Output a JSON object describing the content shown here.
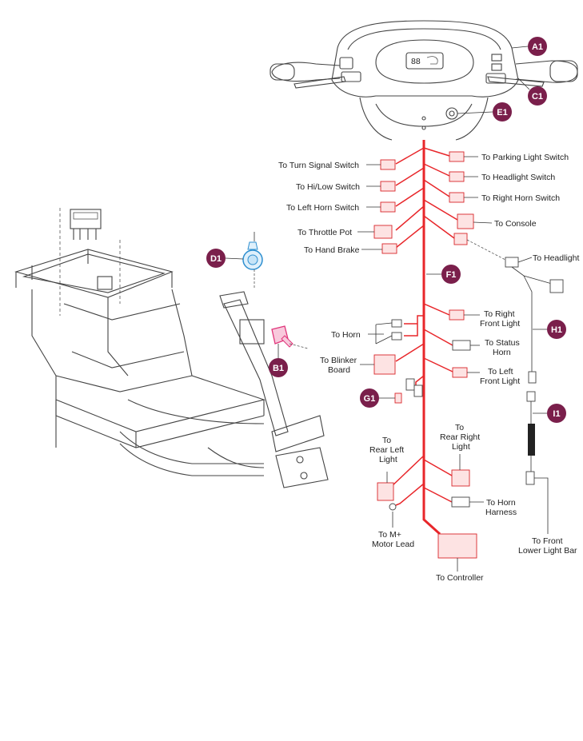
{
  "callouts": {
    "a1": "A1",
    "c1": "C1",
    "e1": "E1",
    "d1": "D1",
    "b1": "B1",
    "f1": "F1",
    "h1": "H1",
    "g1": "G1",
    "i1": "I1"
  },
  "labels": {
    "turn_signal_switch": "To Turn Signal Switch",
    "hi_low_switch": "To Hi/Low Switch",
    "left_horn_switch": "To Left Horn Switch",
    "throttle_pot": "To Throttle Pot",
    "hand_brake": "To Hand Brake",
    "parking_light_switch": "To Parking Light Switch",
    "headlight_switch": "To Headlight Switch",
    "right_horn_switch": "To Right Horn Switch",
    "console": "To Console",
    "headlight": "To Headlight",
    "to_horn": "To Horn",
    "right_front_light": [
      "To Right",
      "Front Light"
    ],
    "status_horn": [
      "To Status",
      "Horn"
    ],
    "blinker_board": [
      "To Blinker",
      "Board"
    ],
    "left_front_light": [
      "To Left",
      "Front Light"
    ],
    "rear_left_light": [
      "To",
      "Rear Left",
      "Light"
    ],
    "rear_right_light": [
      "To",
      "Rear Right",
      "Light"
    ],
    "horn_harness": [
      "To Horn",
      "Harness"
    ],
    "motor_lead": [
      "To M+",
      "Motor Lead"
    ],
    "controller": "To Controller",
    "front_lower_light_bar": [
      "To Front",
      "Lower Light Bar"
    ]
  },
  "display": {
    "readout": "88"
  },
  "colors": {
    "callout": "#7a1f4b",
    "harness": "#e8262a",
    "horn_blue": "#2e8fd0",
    "switch_magenta": "#e0357a"
  }
}
